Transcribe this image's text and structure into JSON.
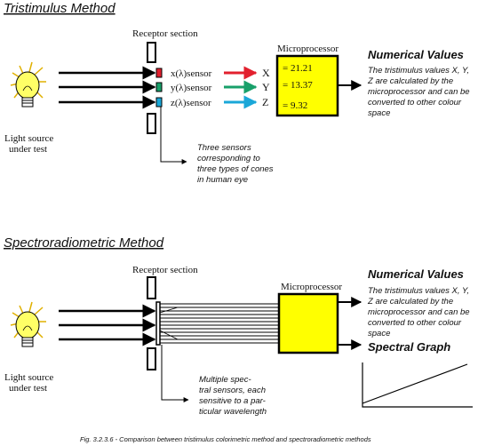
{
  "colors": {
    "red": "#e2202e",
    "green": "#18a06a",
    "blue": "#1aa7d8",
    "yellow": "#ffff00",
    "bulb": "#ffff66"
  },
  "top": {
    "title": "Tristimulus Method",
    "receptor_label": "Receptor section",
    "sensors": [
      "x(λ)sensor",
      "y(λ)sensor",
      "z(λ)sensor"
    ],
    "channels": [
      "X",
      "Y",
      "Z"
    ],
    "micro_label": "Microprocessor",
    "values": [
      "= 21.21",
      "= 13.37",
      "=    9.32"
    ],
    "numerical_heading": "Numerical Values",
    "numerical_text": [
      "The tristimulus values X, Y,",
      "Z are calculated by the",
      "microprocessor and can be",
      "converted to other colour",
      "space"
    ],
    "light_label": [
      "Light source",
      "under test"
    ],
    "sensor_note": [
      "Three sensors",
      "corresponding to",
      "three types of cones",
      "in human eye"
    ]
  },
  "bottom": {
    "title": "Spectroradiometric Method",
    "receptor_label": "Receptor section",
    "micro_label": "Microprocessor",
    "numerical_heading": "Numerical Values",
    "numerical_text": [
      "The tristimulus values X, Y,",
      "Z are calculated by the",
      "microprocessor and can be",
      "converted to other colour",
      "space"
    ],
    "spectral_heading": "Spectral Graph",
    "light_label": [
      "Light source",
      "under test"
    ],
    "sensor_note": [
      "Multiple spec-",
      "tral sensors, each",
      "sensitive to a par-",
      "ticular wavelength"
    ]
  },
  "caption": "Fig. 3.2.3.6 - Comparison between tristimulus colorimetric method and spectroradiometric methods"
}
